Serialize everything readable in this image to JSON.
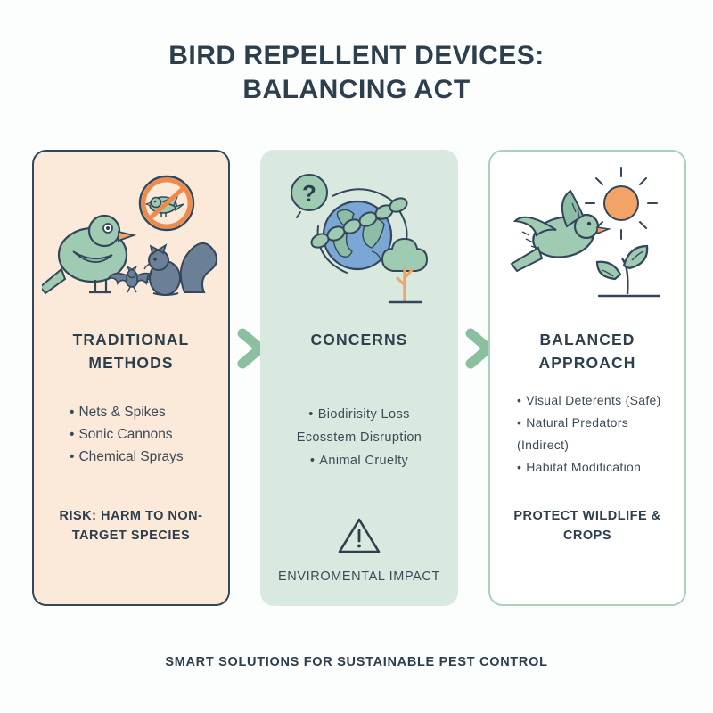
{
  "title": {
    "line1": "Bird Repellent Devices:",
    "line2": "Balancing Act"
  },
  "footer": {
    "text": "Smart Solutions for Sustainable Pest Control"
  },
  "colors": {
    "background": "#fcfdfd",
    "title_text": "#2d3e4c",
    "panel1_fill": "#fbead9",
    "panel1_border": "#34465a",
    "panel2_fill": "#d9e9df",
    "panel3_fill": "#ffffff",
    "panel3_border": "#a9d2bb",
    "arrow": "#8bbfa0",
    "bird_green": "#9fcbb2",
    "accent_orange": "#f2a365",
    "globe_blue": "#7ba7d4",
    "squirrel_slate": "#6b7f96"
  },
  "panels": [
    {
      "id": "traditional",
      "heading": "Traditional Methods",
      "items": [
        "Nets & Spikes",
        "Sonic Cannons",
        "Chemical Sprays"
      ],
      "note": "Risk: Harm to Non-Target Species",
      "illustration": "bird-bat-squirrel-prohibited"
    },
    {
      "id": "concerns",
      "heading": "Concerns",
      "items": [
        "Biodirisity Loss",
        "Ecosstem Disruption",
        "Animal Cruelty"
      ],
      "note": "Enviromental Impact",
      "illustration": "chained-globe-question-tree"
    },
    {
      "id": "balanced",
      "heading": "Balanced Approach",
      "items": [
        "Visual Deterents (Safe)",
        "Natural Predators (Indirect)",
        "Habitat Modification"
      ],
      "note": "Protect Wildlife & Crops",
      "illustration": "flying-bird-sun-sprout"
    }
  ],
  "bullets": {
    "glyph": "•"
  },
  "arrows": [
    {
      "name": "arrow-traditional-to-concerns"
    },
    {
      "name": "arrow-concerns-to-balanced"
    }
  ]
}
